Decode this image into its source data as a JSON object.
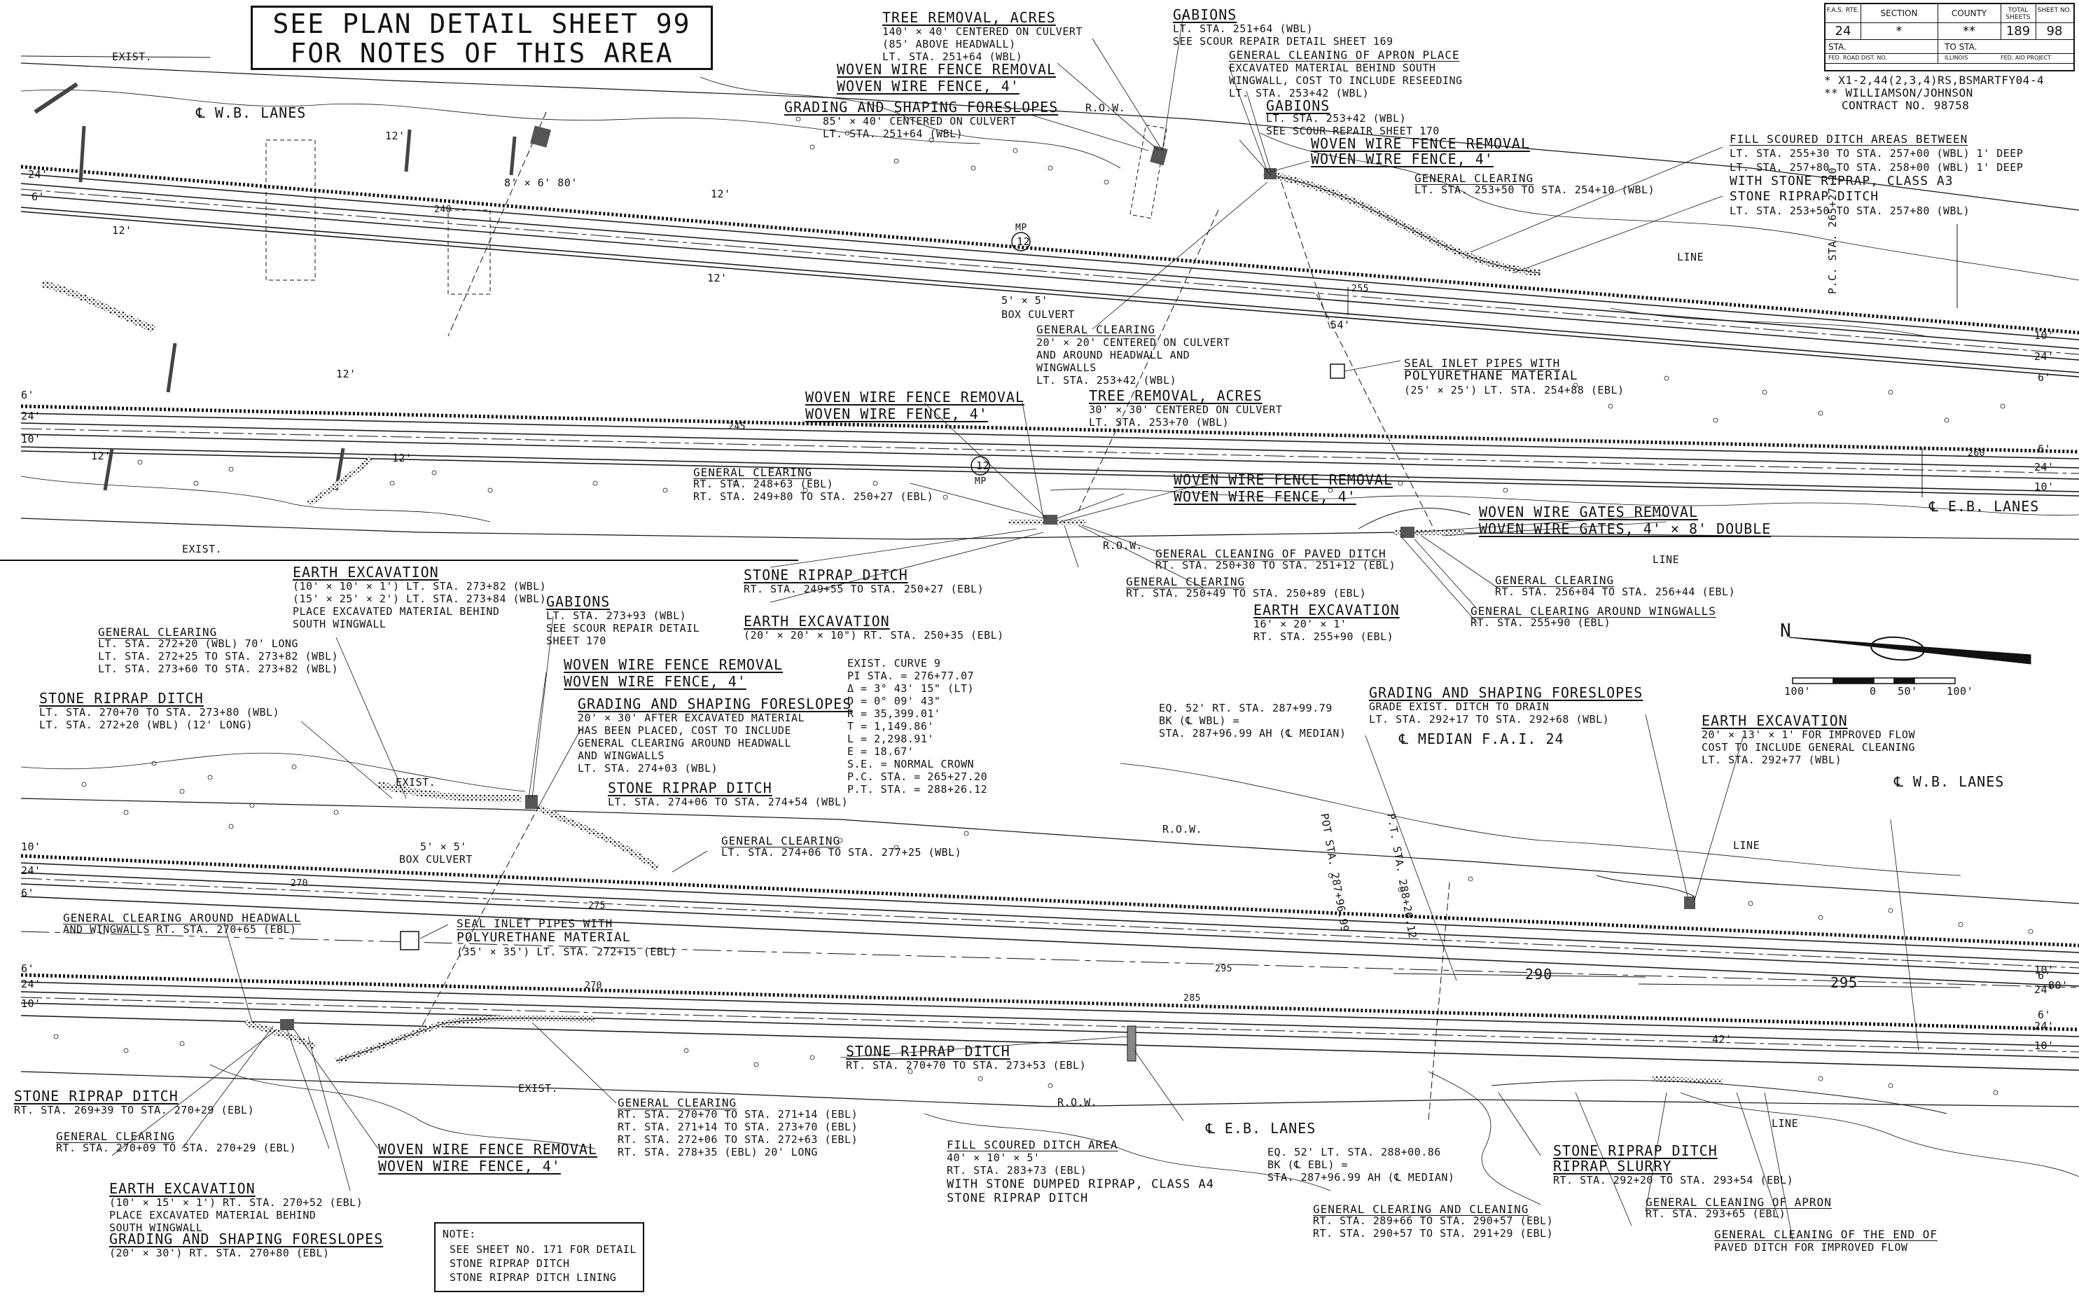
{
  "title_box": {
    "line1": "SEE PLAN DETAIL SHEET 99",
    "line2": "FOR NOTES OF THIS AREA"
  },
  "title_block": {
    "hdr_fas": "F.A.S. RTE.",
    "hdr_section": "SECTION",
    "hdr_county": "COUNTY",
    "hdr_total": "TOTAL SHEETS",
    "hdr_sheet": "SHEET NO.",
    "route": "24",
    "section": "*",
    "county": "**",
    "total": "189",
    "sheet_no": "98",
    "sta_label": "STA.",
    "to_sta_label": "TO STA.",
    "fed_road": "FED. ROAD DIST. NO.",
    "state": "ILLINOIS",
    "fed_aid": "FED. AID PROJECT"
  },
  "legend_notes": {
    "line1": "* X1-2,44(2,3,4)RS,BSMARTFY04-4",
    "line2": "** WILLIAMSON/JOHNSON",
    "line3": "CONTRACT NO. 98758"
  },
  "scale": {
    "l100": "100'",
    "zero": "0",
    "fifty": "50'",
    "r100": "100'",
    "north": "N"
  },
  "top": {
    "exist": "EXIST.",
    "wb": "℄ W.B. LANES",
    "eb": "℄ E.B. LANES",
    "exist_bottom": "EXIST.",
    "line": "LINE",
    "line2": "LINE",
    "row": "R.O.W.",
    "row2": "R.O.W.",
    "mp1": "MP",
    "mp1_no": "12",
    "mp2": "MP",
    "mp2_no": "12",
    "culvert_size": "8' × 6' 80'",
    "sta_240": "240",
    "sta_245": "245",
    "sta_255": "255",
    "sta_260": "260",
    "dim_24a": "24'",
    "dim_6a": "6'",
    "dim_6b": "6'",
    "dim_24b": "24'",
    "dim_10a": "10'",
    "dim_12a": "12'",
    "dim_12b": "12'",
    "dim_12c": "12'",
    "dim_12d": "12'",
    "dim_12e": "12'",
    "dim_12f": "12'",
    "dim_12g": "12'",
    "dim_54": "54'",
    "r10a": "10'",
    "r24a": "24'",
    "r6a": "6'",
    "r6b": "6'",
    "r24b": "24'",
    "r10b": "10'",
    "pc_sta": "P.C. STA. 265+27.20"
  },
  "top_notes": {
    "tree1_h": "TREE REMOVAL, ACRES",
    "tree1_1": "140' × 40' CENTERED ON CULVERT",
    "tree1_2": "(85' ABOVE HEADWALL)",
    "tree1_3": "LT. STA. 251+64 (WBL)",
    "wwfr1_h": "WOVEN WIRE FENCE REMOVAL",
    "wwf1": "WOVEN WIRE FENCE, 4'",
    "gsf1_h": "GRADING AND SHAPING FORESLOPES",
    "gsf1_1": "85' × 40' CENTERED ON CULVERT",
    "gsf1_2": "LT. STA. 251+64 (WBL)",
    "gab1_h": "GABIONS",
    "gab1_1": "LT. STA. 251+64 (WBL)",
    "gab1_2": "SEE SCOUR REPAIR DETAIL SHEET 169",
    "apron_h": "GENERAL CLEANING OF APRON PLACE",
    "apron_1": "EXCAVATED MATERIAL BEHIND SOUTH",
    "apron_2": "WINGWALL, COST TO INCLUDE RESEEDING",
    "apron_3": "LT. STA. 253+42 (WBL)",
    "gab2_h": "GABIONS",
    "gab2_1": "LT. STA. 253+42 (WBL)",
    "gab2_2": "SEE SCOUR REPAIR SHEET 170",
    "wwfr2_h": "WOVEN WIRE FENCE REMOVAL",
    "wwf2": "WOVEN WIRE FENCE, 4'",
    "gc1_h": "GENERAL CLEARING",
    "gc1_1": "LT. STA. 253+50 TO STA. 254+10 (WBL)",
    "fill_h": "FILL SCOURED DITCH AREAS BETWEEN",
    "fill_1": "LT. STA. 255+30 TO STA. 257+00 (WBL) 1' DEEP",
    "fill_2": "LT. STA. 257+80 TO STA. 258+00 (WBL) 1' DEEP",
    "fill_3": "WITH STONE RIPRAP, CLASS A3",
    "srd1_h": "STONE RIPRAP DITCH",
    "srd1_1": "LT. STA. 253+50 TO STA. 257+80 (WBL)",
    "box1": "5' × 5'",
    "box1_b": "BOX CULVERT",
    "gc2_h": "GENERAL CLEARING",
    "gc2_1": "20' × 20' CENTERED ON CULVERT",
    "gc2_2": "AND AROUND HEADWALL AND",
    "gc2_3": "WINGWALLS",
    "gc2_4": "LT. STA. 253+42 (WBL)",
    "seal1_h": "SEAL INLET PIPES WITH",
    "seal1_1": "POLYURETHANE MATERIAL",
    "seal1_2": "(25' × 25') LT. STA. 254+88 (EBL)",
    "wwfr3_h": "WOVEN WIRE FENCE REMOVAL",
    "wwf3": "WOVEN WIRE FENCE, 4'",
    "tree2_h": "TREE REMOVAL, ACRES",
    "tree2_1": "30' × 30' CENTERED ON CULVERT",
    "tree2_2": "LT. STA. 253+70 (WBL)",
    "gc3_h": "GENERAL CLEARING",
    "gc3_1": "RT. STA. 248+63 (EBL)",
    "gc3_2": "RT. STA. 249+80 TO STA. 250+27 (EBL)",
    "wwfr4_h": "WOVEN WIRE FENCE REMOVAL",
    "wwf4": "WOVEN WIRE FENCE, 4'",
    "wwg_h": "WOVEN WIRE GATES REMOVAL",
    "wwg": "WOVEN WIRE GATES, 4' × 8' DOUBLE",
    "gcp_h": "GENERAL CLEANING OF PAVED DITCH",
    "gcp_1": "RT. STA. 250+30 TO STA. 251+12 (EBL)",
    "gc4_h": "GENERAL CLEARING",
    "gc4_1": "RT. STA. 250+49 TO STA. 250+89 (EBL)",
    "srd2_h": "STONE RIPRAP DITCH",
    "srd2_1": "RT. STA. 249+55 TO STA. 250+27 (EBL)",
    "ee1_h": "EARTH EXCAVATION",
    "ee1_1": "(20' × 20' × 10\") RT. STA. 250+35 (EBL)",
    "ee2_h": "EARTH EXCAVATION",
    "ee2_1": "16' × 20' × 1'",
    "ee2_2": "RT. STA. 255+90 (EBL)",
    "gc5_h": "GENERAL CLEARING",
    "gc5_1": "RT. STA. 256+04 TO STA. 256+44 (EBL)",
    "gcw_h": "GENERAL CLEARING AROUND WINGWALLS",
    "gcw_1": "RT. STA. 255+90 (EBL)"
  },
  "bottom": {
    "exist": "EXIST.",
    "exist2": "EXIST.",
    "wb": "℄ W.B. LANES",
    "eb": "℄ E.B. LANES",
    "median": "℄ MEDIAN F.A.I. 24",
    "line": "LINE",
    "line2": "LINE",
    "row": "R.O.W.",
    "row2": "R.O.W.",
    "sta_270a": "270",
    "sta_275a": "275",
    "sta_270b": "270",
    "sta_285": "285",
    "sta_295a": "295",
    "sta_290": "290",
    "sta_295b": "295",
    "l10a": "10'",
    "l24a": "24'",
    "l6a": "6'",
    "l6b": "6'",
    "l24b": "24'",
    "l10b": "10'",
    "r10a": "10'",
    "r24a": "24'",
    "r6a": "6'",
    "r80": "80'",
    "r6b": "6'",
    "r24b": "24'",
    "r10b": "10'",
    "dim_42": "42'",
    "pot": "POT STA. 287+96.99",
    "pt": "P.T. STA. 288+26.12"
  },
  "bottom_notes": {
    "ee3_h": "EARTH EXCAVATION",
    "ee3_1": "(10' × 10' × 1') LT. STA. 273+82 (WBL)",
    "ee3_2": "(15' × 25' × 2') LT. STA. 273+84 (WBL)",
    "ee3_3": "PLACE EXCAVATED MATERIAL BEHIND",
    "ee3_4": "SOUTH WINGWALL",
    "gab3_h": "GABIONS",
    "gab3_1": "LT. STA. 273+93 (WBL)",
    "gab3_2": "SEE SCOUR REPAIR DETAIL",
    "gab3_3": "SHEET 170",
    "gc6_h": "GENERAL CLEARING",
    "gc6_1": "LT. STA. 272+20 (WBL) 70' LONG",
    "gc6_2": "LT. STA. 272+25 TO STA. 273+82 (WBL)",
    "gc6_3": "LT. STA. 273+60 TO STA. 273+82 (WBL)",
    "wwfr5_h": "WOVEN WIRE FENCE REMOVAL",
    "wwf5": "WOVEN WIRE FENCE, 4'",
    "srd3_h": "STONE RIPRAP DITCH",
    "srd3_1": "LT. STA. 270+70 TO STA. 273+80 (WBL)",
    "srd3_2": "LT. STA. 272+20 (WBL) (12' LONG)",
    "gsf2_h": "GRADING AND SHAPING FORESLOPES",
    "gsf2_1": "20' × 30' AFTER EXCAVATED MATERIAL",
    "gsf2_2": "HAS BEEN PLACED, COST TO INCLUDE",
    "gsf2_3": "GENERAL CLEARING AROUND HEADWALL",
    "gsf2_4": "AND WINGWALLS",
    "gsf2_5": "LT. STA. 274+03 (WBL)",
    "curve_h": "EXIST. CURVE 9",
    "curve_1": "PI STA. = 276+77.07",
    "curve_2": "Δ = 3° 43' 15\" (LT)",
    "curve_3": "D = 0° 09' 43\"",
    "curve_4": "R = 35,399.01'",
    "curve_5": "T = 1,149.86'",
    "curve_6": "L = 2,298.91'",
    "curve_7": "E = 18.67'",
    "curve_8": "S.E. = NORMAL CROWN",
    "curve_9": "P.C. STA. = 265+27.20",
    "curve_10": "P.T. STA. = 288+26.12",
    "srd4_h": "STONE RIPRAP DITCH",
    "srd4_1": "LT. STA. 274+06 TO STA. 274+54 (WBL)",
    "gc7_h": "GENERAL CLEARING",
    "gc7_1": "LT. STA. 274+06 TO STA. 277+25 (WBL)",
    "box2": "5' × 5'",
    "box2_b": "BOX CULVERT",
    "eq1_h": "EQ. 52' RT. STA. 287+99.79",
    "eq1_1": "BK (℄ WBL) =",
    "eq1_2": "STA. 287+96.99 AH (℄ MEDIAN)",
    "gsf3_h": "GRADING AND SHAPING FORESLOPES",
    "gsf3_1": "GRADE EXIST. DITCH TO DRAIN",
    "gsf3_2": "LT. STA. 292+17 TO STA. 292+68 (WBL)",
    "ee4_h": "EARTH EXCAVATION",
    "ee4_1": "20' × 13' × 1' FOR IMPROVED FLOW",
    "ee4_2": "COST TO INCLUDE GENERAL CLEANING",
    "ee4_3": "LT. STA. 292+77 (WBL)",
    "gcah_h": "GENERAL CLEARING AROUND HEADWALL",
    "gcah_1": "AND WINGWALLS RT. STA. 270+65 (EBL)",
    "seal2_h": "SEAL INLET PIPES WITH",
    "seal2_1": "POLYURETHANE MATERIAL",
    "seal2_2": "(35' × 35') LT. STA. 272+15 (EBL)",
    "srd5_h": "STONE RIPRAP DITCH",
    "srd5_1": "RT. STA. 270+70 TO STA. 273+53 (EBL)",
    "srd6_h": "STONE RIPRAP DITCH",
    "srd6_1": "RT. STA. 269+39 TO STA. 270+29 (EBL)",
    "gc8_h": "GENERAL CLEARING",
    "gc8_1": "RT. STA. 270+09 TO STA. 270+29 (EBL)",
    "gc9_h": "GENERAL CLEARING",
    "gc9_1": "RT. STA. 270+70 TO STA. 271+14 (EBL)",
    "gc9_2": "RT. STA. 271+14 TO STA. 273+70 (EBL)",
    "gc9_3": "RT. STA. 272+06 TO STA. 272+63 (EBL)",
    "gc9_4": "RT. STA. 278+35 (EBL) 20' LONG",
    "wwfr6_h": "WOVEN WIRE FENCE REMOVAL",
    "wwf6": "WOVEN WIRE FENCE, 4'",
    "ee5_h": "EARTH EXCAVATION",
    "ee5_1": "(10' × 15' × 1') RT. STA. 270+52 (EBL)",
    "ee5_2": "PLACE EXCAVATED MATERIAL BEHIND",
    "ee5_3": "SOUTH WINGWALL",
    "gsf4_h": "GRADING AND SHAPING FORESLOPES",
    "gsf4_1": "(20' × 30') RT. STA. 270+80 (EBL)",
    "note_h": "NOTE:",
    "note_1": "SEE SHEET NO. 171 FOR DETAIL",
    "note_2": "STONE RIPRAP DITCH",
    "note_3": "STONE RIPRAP DITCH LINING",
    "fill2_h": "FILL SCOURED DITCH AREA",
    "fill2_1": "40' × 10' × 5'",
    "fill2_2": "RT. STA. 283+73 (EBL)",
    "fill2_3": "WITH STONE DUMPED RIPRAP, CLASS A4",
    "fill2_4": "STONE RIPRAP DITCH",
    "eq2_h": "EQ. 52' LT. STA. 288+00.86",
    "eq2_1": "BK (℄ EBL) =",
    "eq2_2": "STA. 287+96.99 AH (℄ MEDIAN)",
    "gcc_h": "GENERAL CLEARING AND CLEANING",
    "gcc_1": "RT. STA. 289+66 TO STA. 290+57 (EBL)",
    "gcc_2": "RT. STA. 290+57 TO STA. 291+29 (EBL)",
    "srd7_h": "STONE RIPRAP DITCH",
    "srd7_1": "RIPRAP SLURRY",
    "srd7_2": "RT. STA. 292+20 TO STA. 293+54 (EBL)",
    "gca_h": "GENERAL CLEANING OF APRON",
    "gca_1": "RT. STA. 293+65 (EBL)",
    "gce_h": "GENERAL CLEANING OF THE END OF",
    "gce_1": "PAVED DITCH FOR IMPROVED FLOW"
  }
}
